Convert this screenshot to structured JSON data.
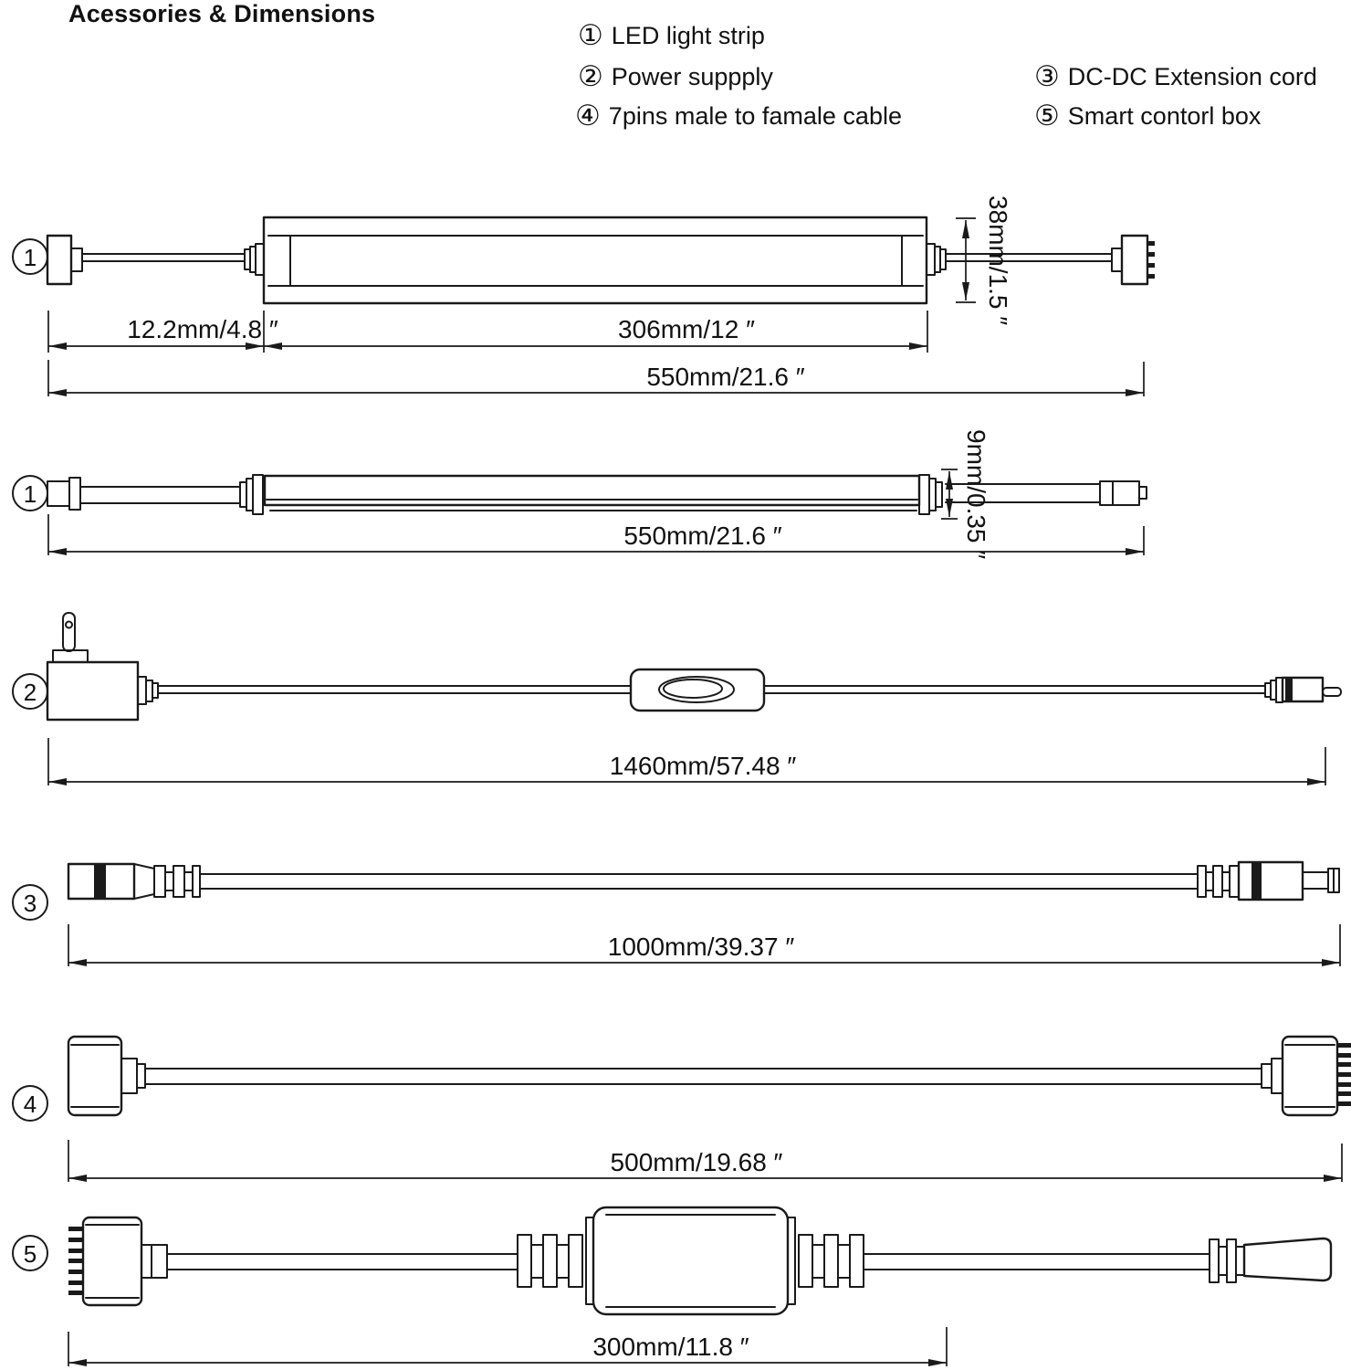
{
  "title": "Acessories & Dimensions",
  "legend": [
    {
      "num": "①",
      "label": "LED light strip"
    },
    {
      "num": "②",
      "label": "Power suppply"
    },
    {
      "num": "④",
      "label": "7pins male to famale cable"
    },
    {
      "num": "③",
      "label": "DC-DC Extension cord"
    },
    {
      "num": "⑤",
      "label": "Smart contorl box"
    }
  ],
  "diagram": {
    "ink_color": "#1a1a1a",
    "row1": {
      "marker": "1",
      "dim_left": "12.2mm/4.8 ″",
      "dim_mid": "306mm/12 ″",
      "dim_total": "550mm/21.6 ″",
      "dim_height": "38mm/1.5 ″"
    },
    "row2": {
      "marker": "1",
      "dim_total": "550mm/21.6 ″",
      "dim_height": "9mm/0.35 ″"
    },
    "row3": {
      "marker": "2",
      "dim_total": "1460mm/57.48 ″"
    },
    "row4": {
      "marker": "3",
      "dim_total": "1000mm/39.37 ″"
    },
    "row5": {
      "marker": "4",
      "dim_total": "500mm/19.68 ″"
    },
    "row6": {
      "marker": "5",
      "dim_total": "300mm/11.8 ″"
    }
  }
}
